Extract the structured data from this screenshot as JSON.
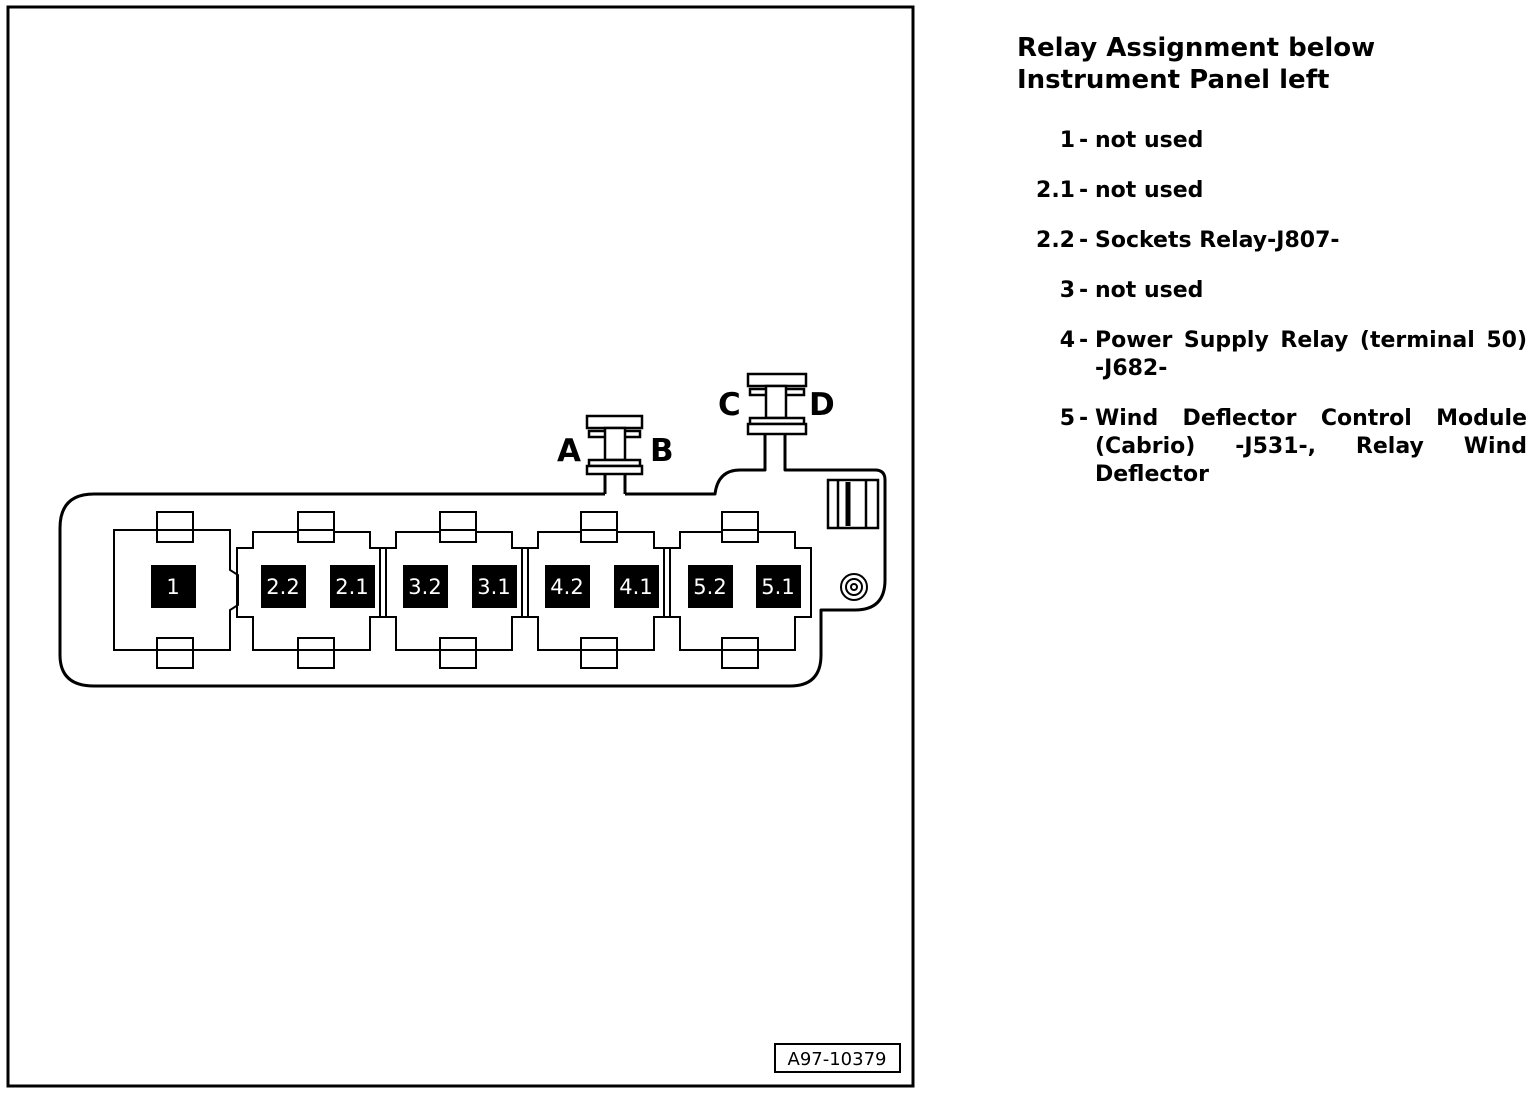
{
  "legend": {
    "title": "Relay Assignment below Instrument Panel left",
    "items": [
      {
        "num": "1",
        "text": "not used"
      },
      {
        "num": "2.1",
        "text": "not used"
      },
      {
        "num": "2.2",
        "text": " Sockets Relay-J807-"
      },
      {
        "num": "3",
        "text": "not used"
      },
      {
        "num": "4",
        "text": "Power Supply Relay (terminal 50) -J682-"
      },
      {
        "num": "5",
        "text": "Wind Deflector Control Module (Cabrio) -J531-, Relay Wind Deflector"
      }
    ]
  },
  "diagram": {
    "figure_id": "A97-10379",
    "connector_labels": {
      "a": "A",
      "b": "B",
      "c": "C",
      "d": "D"
    },
    "relay_labels": {
      "r1": "1",
      "r22": "2.2",
      "r21": "2.1",
      "r32": "3.2",
      "r31": "3.1",
      "r42": "4.2",
      "r41": "4.1",
      "r52": "5.2",
      "r51": "5.1"
    }
  }
}
